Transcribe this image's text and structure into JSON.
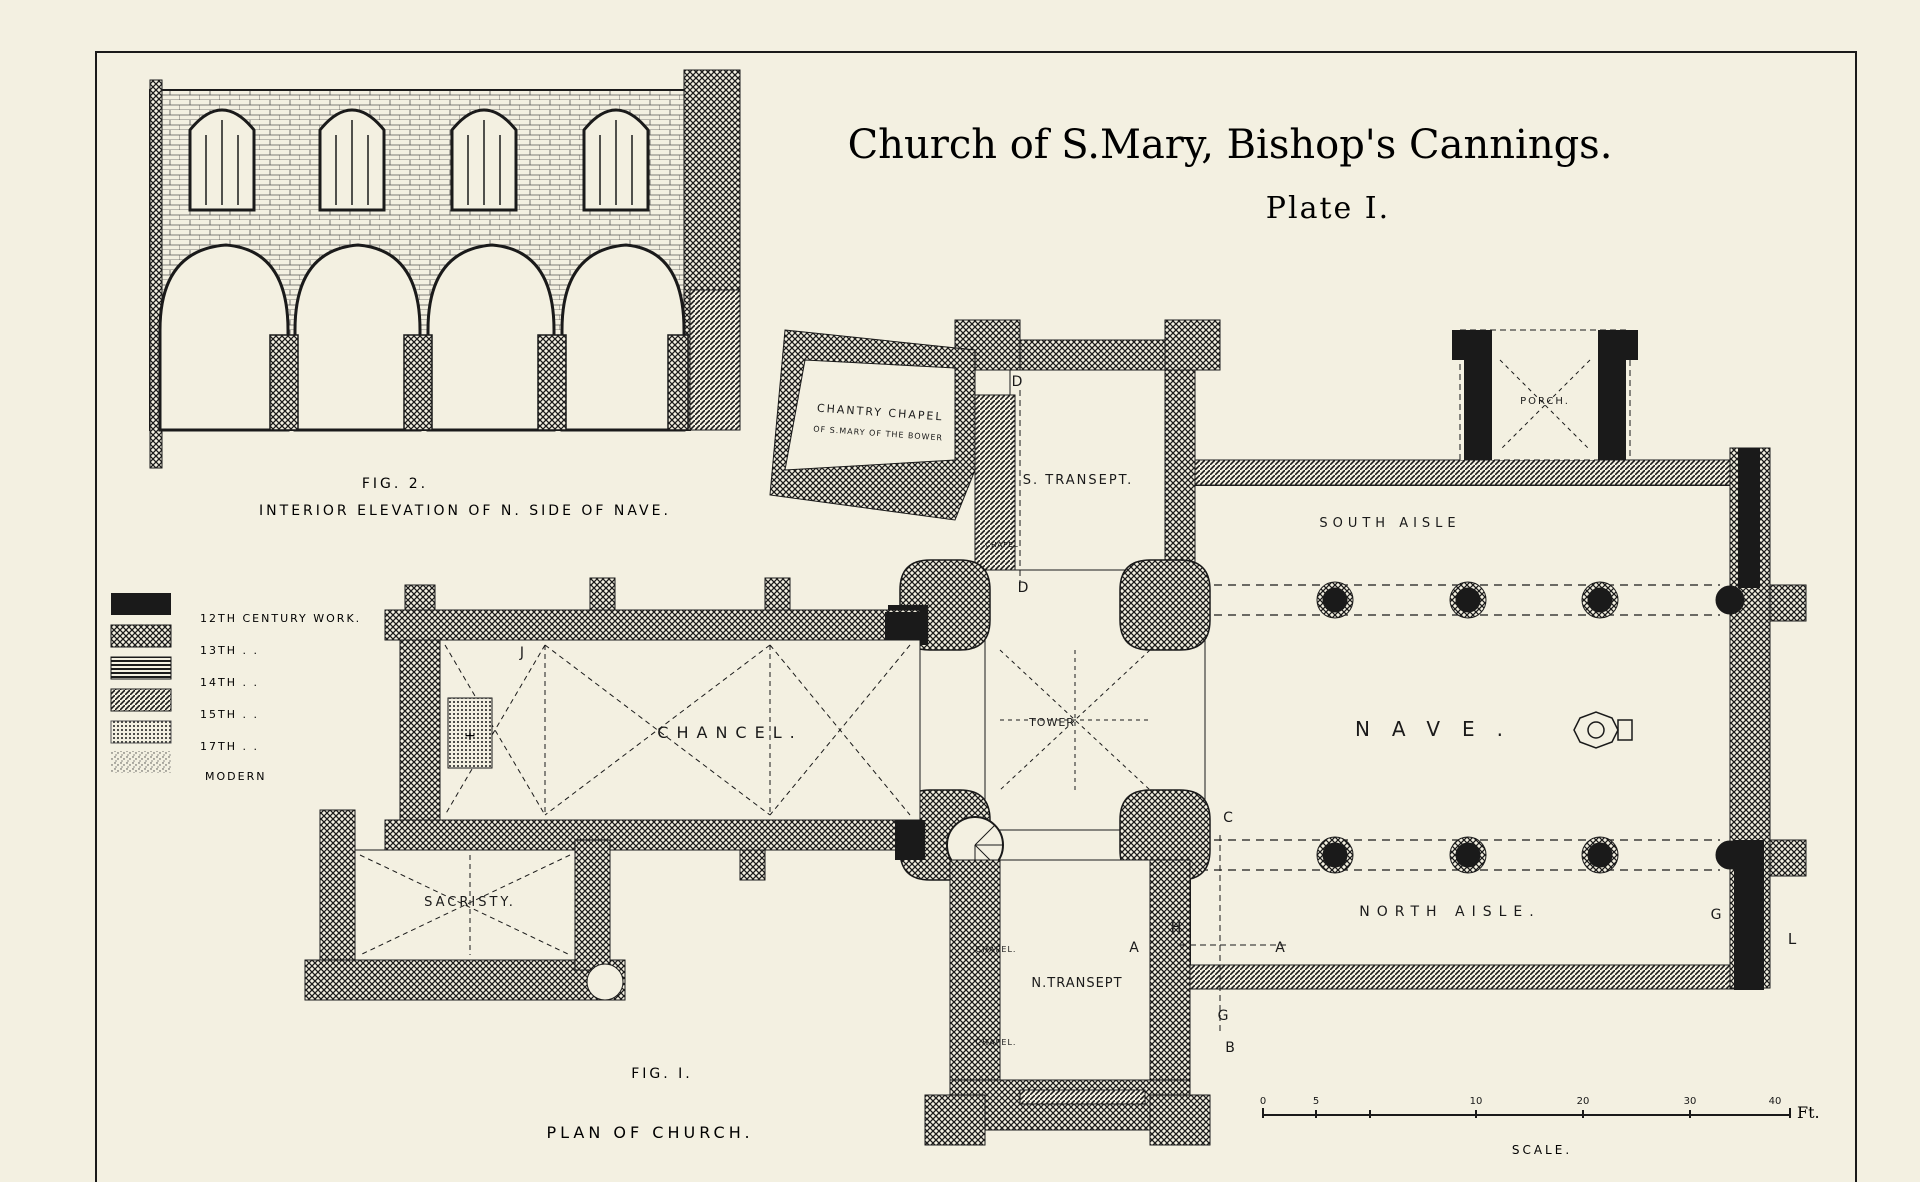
{
  "title": "Church of S.Mary, Bishop's Cannings.",
  "subtitle": "Plate I.",
  "fig2": {
    "label": "FIG. 2.",
    "caption": "INTERIOR ELEVATION OF N. SIDE OF NAVE."
  },
  "fig1": {
    "label": "FIG. I.",
    "caption": "PLAN OF CHURCH."
  },
  "legend": [
    {
      "label": "12TH CENTURY WORK.",
      "pattern": "solid"
    },
    {
      "label": "13TH  .  .",
      "pattern": "cross"
    },
    {
      "label": "14TH  .  .",
      "pattern": "horiz"
    },
    {
      "label": "15TH  .  .",
      "pattern": "diag"
    },
    {
      "label": "17TH  .  .",
      "pattern": "dots"
    },
    {
      "label": "MODERN",
      "pattern": "stipple"
    }
  ],
  "rooms": {
    "chantry_chapel": "CHANTRY CHAPEL",
    "chantry_sub": "OF S.MARY OF THE BOWER",
    "s_transept": "S. TRANSEPT.",
    "porch": "PORCH.",
    "south_aisle": "SOUTH AISLE",
    "nave": "NAVE.",
    "north_aisle": "NORTH AISLE.",
    "chancel": "CHANCEL.",
    "tower": "TOWER",
    "sacristy": "SACRISTY.",
    "n_transept": "N.TRANSEPT",
    "chapel_1": "CHAPEL",
    "chapel_2": "CHAPEL.",
    "chapel_3": "CHAPEL."
  },
  "marks": {
    "D_top": "D",
    "D_bottom": "D",
    "J": "J",
    "C": "C",
    "H": "H",
    "A_left": "A",
    "A_right": "A",
    "G_bottom": "G",
    "B": "B",
    "G_right": "G",
    "L": "L"
  },
  "scale": {
    "label": "SCALE.",
    "ticks": [
      "0",
      "5",
      "10",
      "20",
      "30",
      "40"
    ],
    "unit": "Ft."
  },
  "colors": {
    "paper": "#f3f0e1",
    "ink": "#1a1a1a"
  }
}
